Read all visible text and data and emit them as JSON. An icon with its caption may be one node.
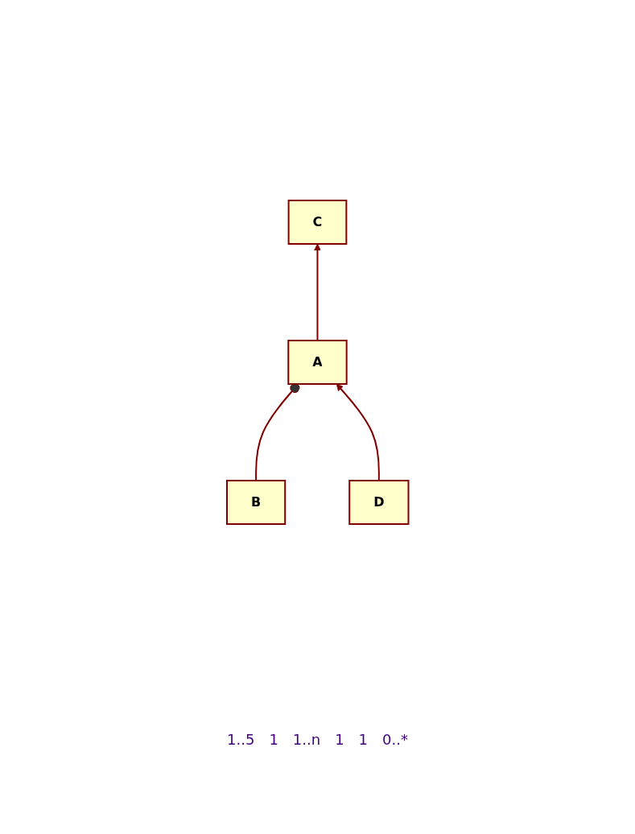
{
  "diagram": {
    "nodes": [
      {
        "text": [
          "C"
        ]
      },
      {
        "text": [
          "A"
        ]
      },
      {
        "text": [
          "B"
        ]
      },
      {
        "text": [
          "D"
        ]
      }
    ],
    "edges": [
      {
        "from": 1,
        "to": 0,
        "arrow": "to"
      },
      {
        "from": 2,
        "to": 1,
        "arrow": "other"
      },
      {
        "from": 3,
        "to": 1,
        "arrow": "to"
      }
    ],
    "labels": [
      "1..5",
      "1",
      "1..n",
      "1",
      "1",
      "0..*"
    ]
  }
}
